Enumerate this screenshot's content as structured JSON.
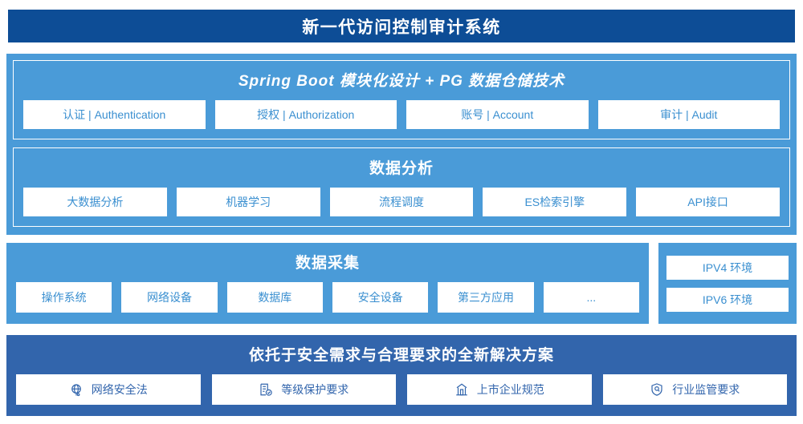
{
  "header": {
    "title": "新一代访问控制审计系统",
    "bg_color": "#0d4d96"
  },
  "colors": {
    "light_blue": "#4a9bd8",
    "mid_blue": "#3265ac",
    "dark_blue": "#0d4d96",
    "chip_text": "#3a8fd0",
    "footer_chip_text": "#3265ac",
    "white": "#ffffff"
  },
  "sections": {
    "platform": {
      "title": "Spring Boot 模块化设计 + PG 数据仓储技术",
      "chips": [
        {
          "label": "认证 | Authentication"
        },
        {
          "label": "授权 | Authorization"
        },
        {
          "label": "账号 | Account"
        },
        {
          "label": "审计 | Audit"
        }
      ]
    },
    "analysis": {
      "title": "数据分析",
      "chips": [
        {
          "label": "大数据分析"
        },
        {
          "label": "机器学习"
        },
        {
          "label": "流程调度"
        },
        {
          "label": "ES检索引擎"
        },
        {
          "label": "API接口"
        }
      ]
    },
    "collection": {
      "title": "数据采集",
      "chips": [
        {
          "label": "操作系统"
        },
        {
          "label": "网络设备"
        },
        {
          "label": "数据库"
        },
        {
          "label": "安全设备"
        },
        {
          "label": "第三方应用"
        },
        {
          "label": "..."
        }
      ],
      "environments": [
        {
          "label": "IPV4 环境"
        },
        {
          "label": "IPV6 环境"
        }
      ]
    },
    "compliance": {
      "title": "依托于安全需求与合理要求的全新解决方案",
      "chips": [
        {
          "label": "网络安全法",
          "icon": "globe-icon"
        },
        {
          "label": "等级保护要求",
          "icon": "document-check-icon"
        },
        {
          "label": "上市企业规范",
          "icon": "bank-building-icon"
        },
        {
          "label": "行业监管要求",
          "icon": "shield-search-icon"
        }
      ]
    }
  }
}
